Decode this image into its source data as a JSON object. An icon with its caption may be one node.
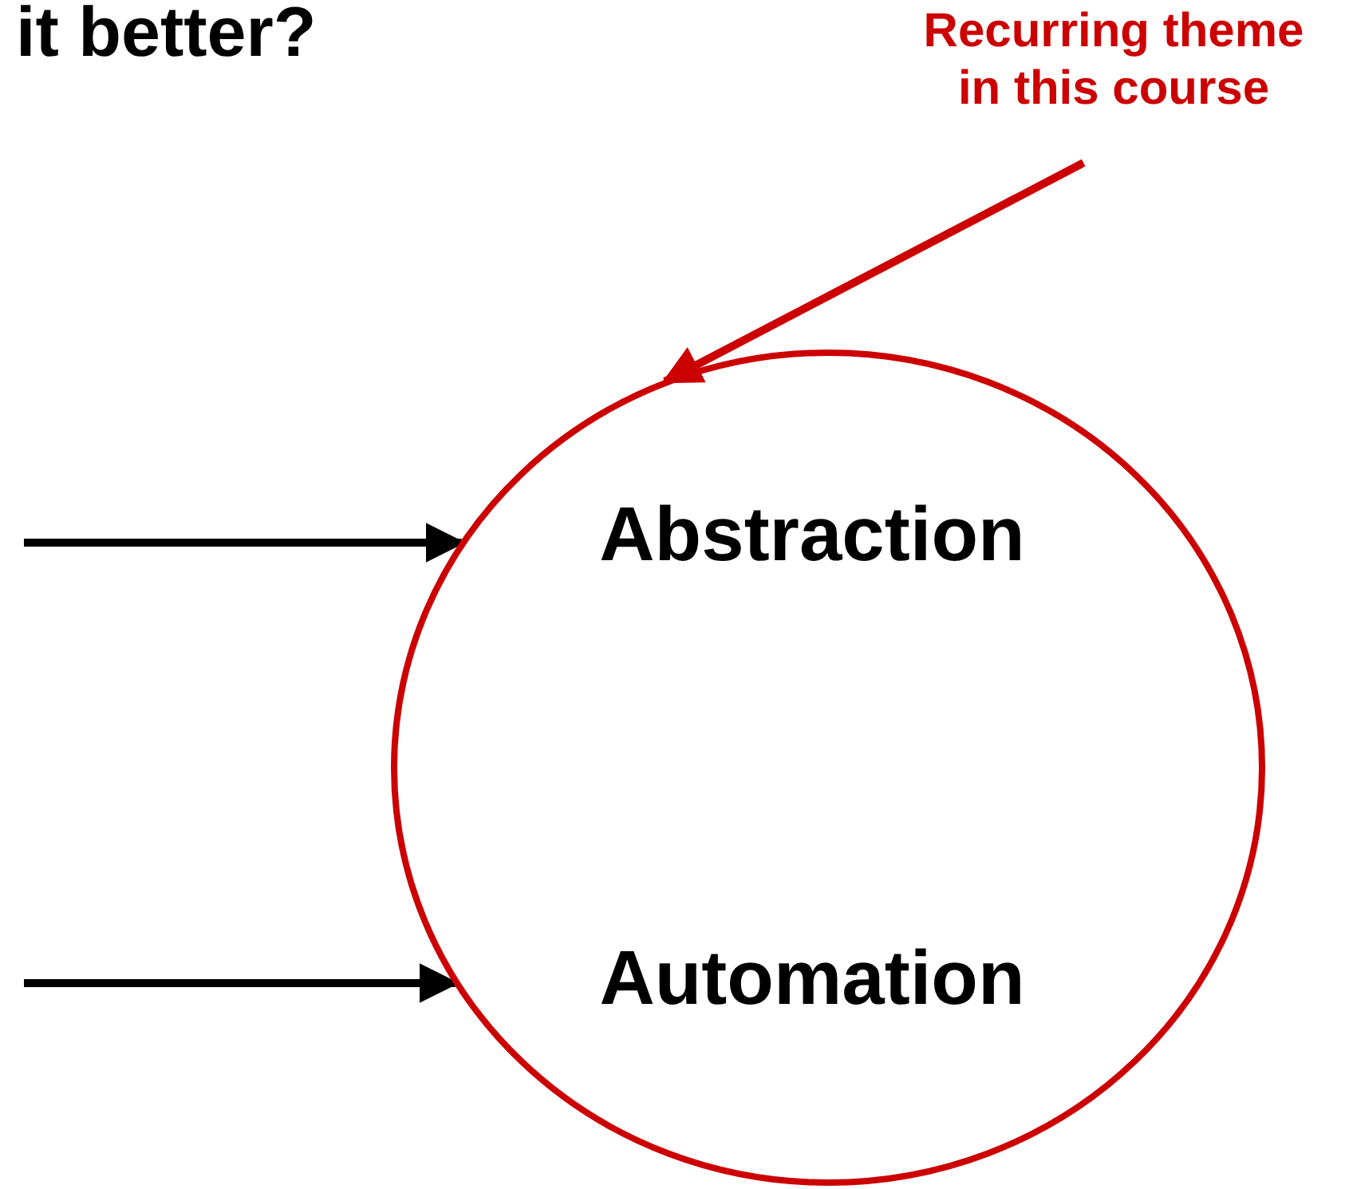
{
  "diagram": {
    "nodes": [
      {
        "text": [
          "Recurring theme in this course"
        ]
      },
      {
        "text": [
          "Abstraction",
          "Automation"
        ]
      }
    ],
    "edges": [
      {
        "from": 0,
        "to": 1,
        "arrow": "to",
        "color": "#cc0000"
      },
      {
        "from": null,
        "to": 1,
        "arrow": "to"
      },
      {
        "from": null,
        "to": 1,
        "arrow": "to"
      }
    ],
    "labels": [
      "it better?"
    ]
  }
}
